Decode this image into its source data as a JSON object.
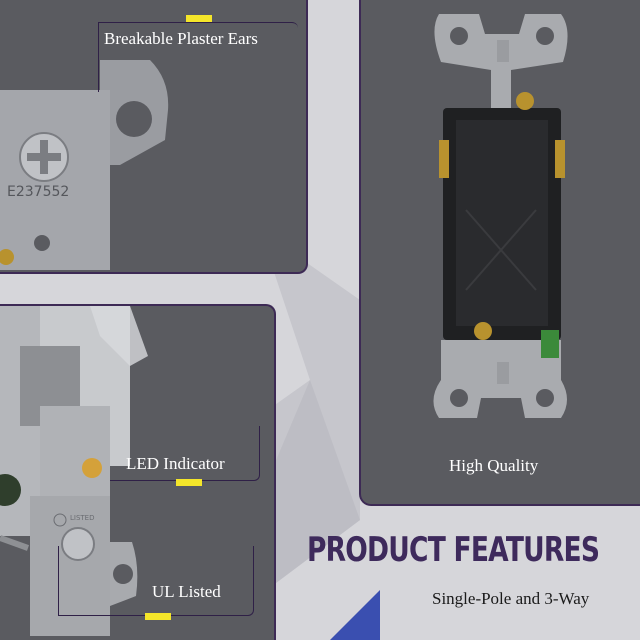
{
  "features": {
    "plaster_ears": "Breakable Plaster Ears",
    "led_indicator": "LED Indicator",
    "ul_listed": "UL Listed",
    "high_quality": "High Quality"
  },
  "product": {
    "heading": "PRODUCT FEATURES",
    "variants": "Single-Pole and 3-Way",
    "cert_code": "E237552",
    "ul_mark": "LISTED"
  },
  "colors": {
    "panel": "#5a5b60",
    "accent_purple": "#3e2a5c",
    "marker_yellow": "#f5e62a",
    "background": "#d6d6da"
  }
}
